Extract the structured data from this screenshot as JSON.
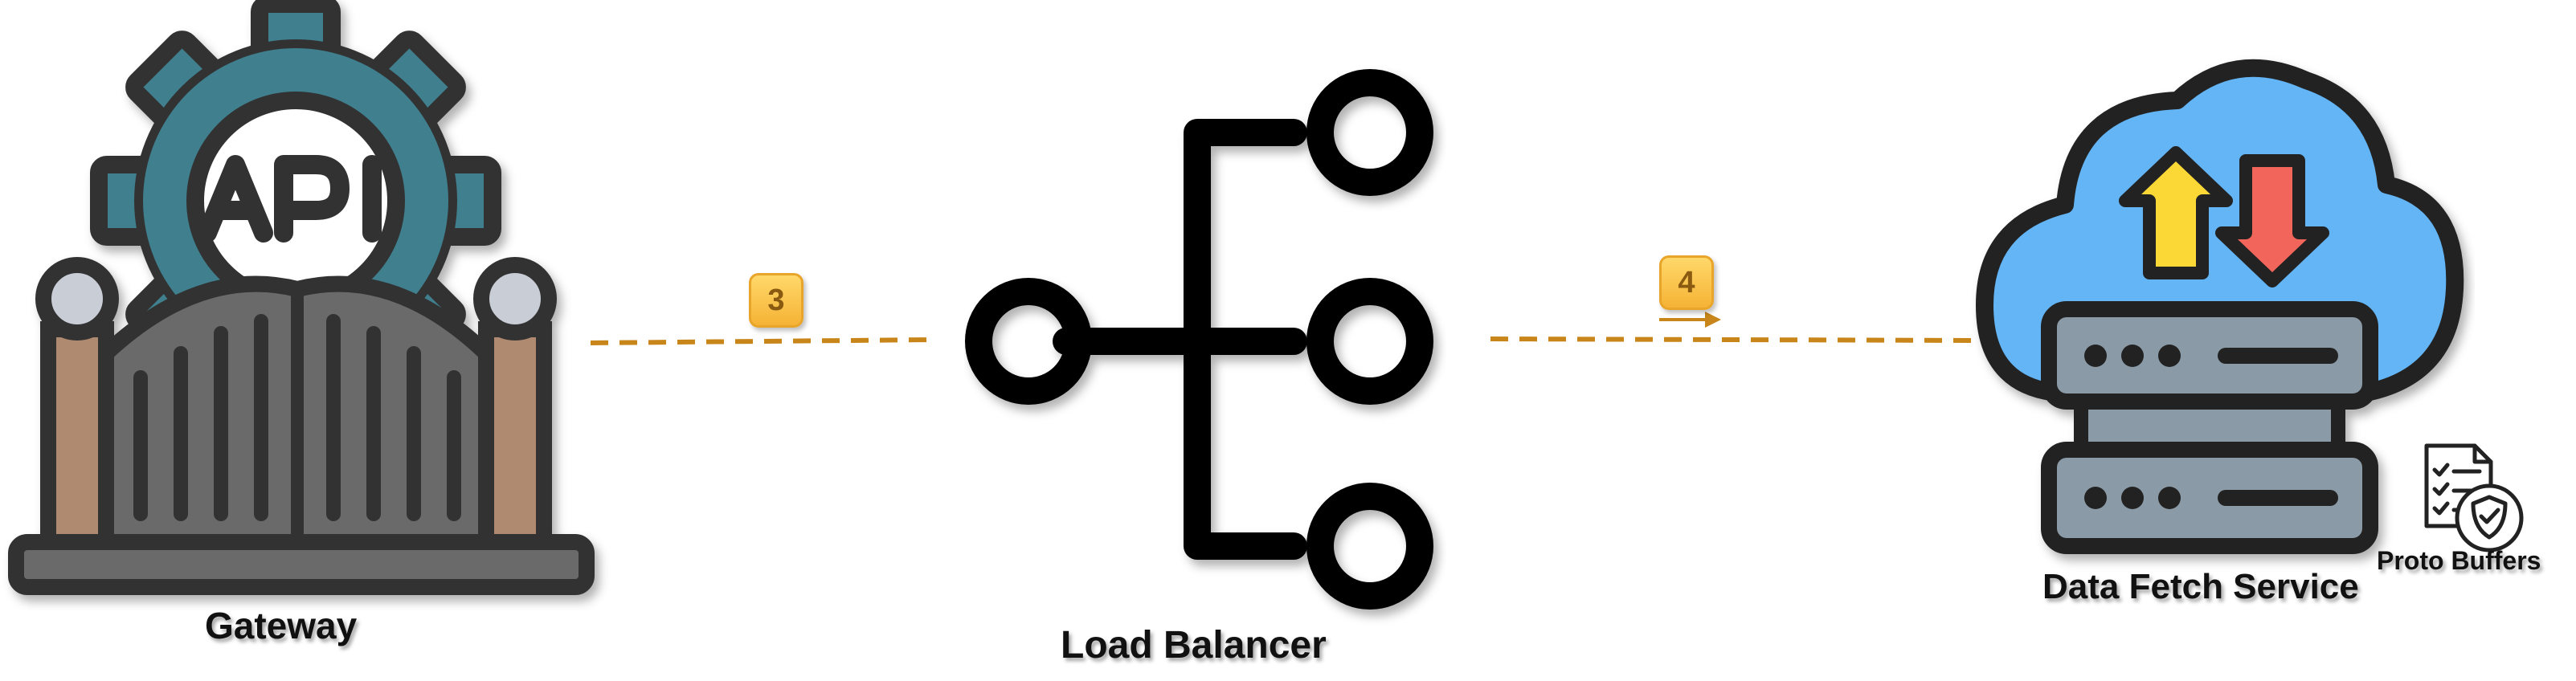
{
  "nodes": {
    "gateway": {
      "label": "Gateway"
    },
    "load_balancer": {
      "label": "Load Balancer"
    },
    "data_fetch": {
      "label": "Data Fetch Service"
    },
    "proto": {
      "label": "Proto Buffers"
    }
  },
  "icons": {
    "gateway": "api-gate-icon",
    "load_balancer": "load-balancer-icon",
    "data_fetch": "cloud-server-icon",
    "proto": "proto-buffers-icon"
  },
  "edges": [
    {
      "step": "3",
      "from": "gateway",
      "to": "load_balancer"
    },
    {
      "step": "4",
      "from": "load_balancer",
      "to": "data_fetch"
    }
  ],
  "colors": {
    "connector": "#c8861a",
    "badge": "#f5b335",
    "gear": "#3f7f8e",
    "cloud": "#64b5f6",
    "server": "#8a9aa6",
    "up_arrow": "#fbd836",
    "down_arrow": "#f2655a"
  }
}
